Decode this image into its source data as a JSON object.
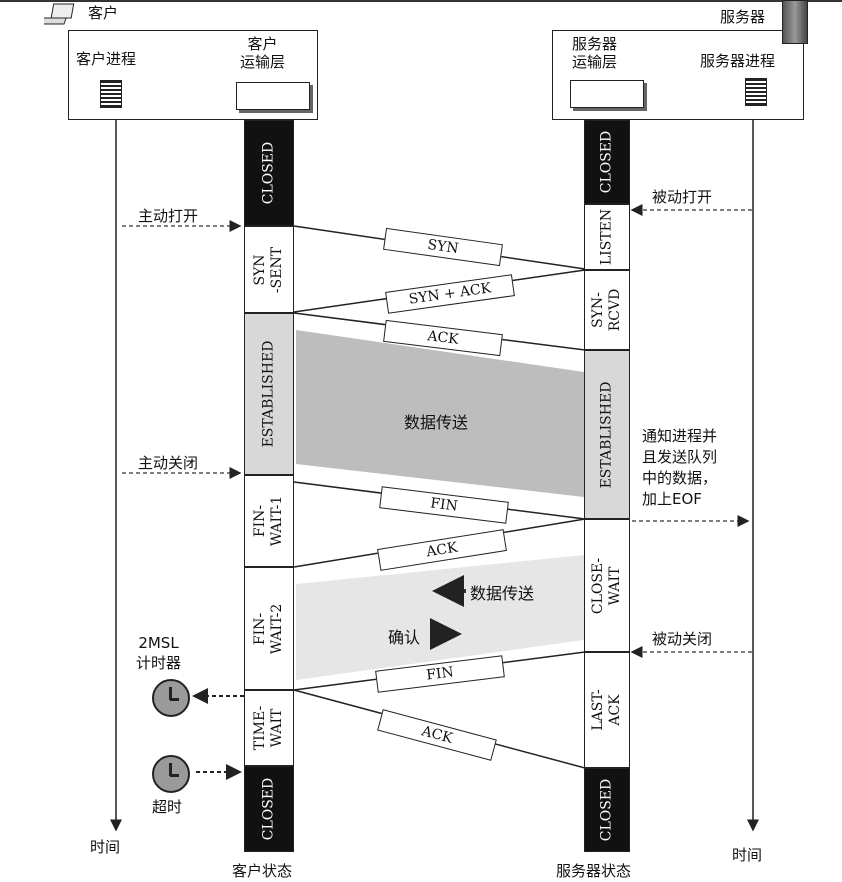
{
  "client": {
    "icon_label": "客户",
    "process": "客户进程",
    "transport": "客户\n运输层"
  },
  "server": {
    "icon_label": "服务器",
    "process": "服务器进程",
    "transport": "服务器\n运输层"
  },
  "time_left": "时间",
  "time_right": "时间",
  "client_states_title": "客户状态",
  "server_states_title": "服务器状态",
  "client_states": [
    "CLOSED",
    "SYN\n-SENT",
    "ESTABLISHED",
    "FIN-\nWAIT-1",
    "FIN-\nWAIT-2",
    "TIME-\nWAIT",
    "CLOSED"
  ],
  "server_states": [
    "CLOSED",
    "LISTEN",
    "SYN-\nRCVD",
    "ESTABLISHED",
    "CLOSE-\nWAIT",
    "LAST-\nACK",
    "CLOSED"
  ],
  "messages": [
    "SYN",
    "SYN + ACK",
    "ACK",
    "FIN",
    "ACK",
    "FIN",
    "ACK"
  ],
  "annotations": {
    "active_open": "主动打开",
    "passive_open": "被动打开",
    "active_close": "主动关闭",
    "notify": "通知进程并\n且发送队列\n中的数据，\n加上EOF",
    "passive_close": "被动关闭",
    "data_transfer": "数据传送",
    "data_transfer_2": "数据传送",
    "ack": "确认",
    "timer": "2MSL\n计时器",
    "timeout": "超时"
  }
}
